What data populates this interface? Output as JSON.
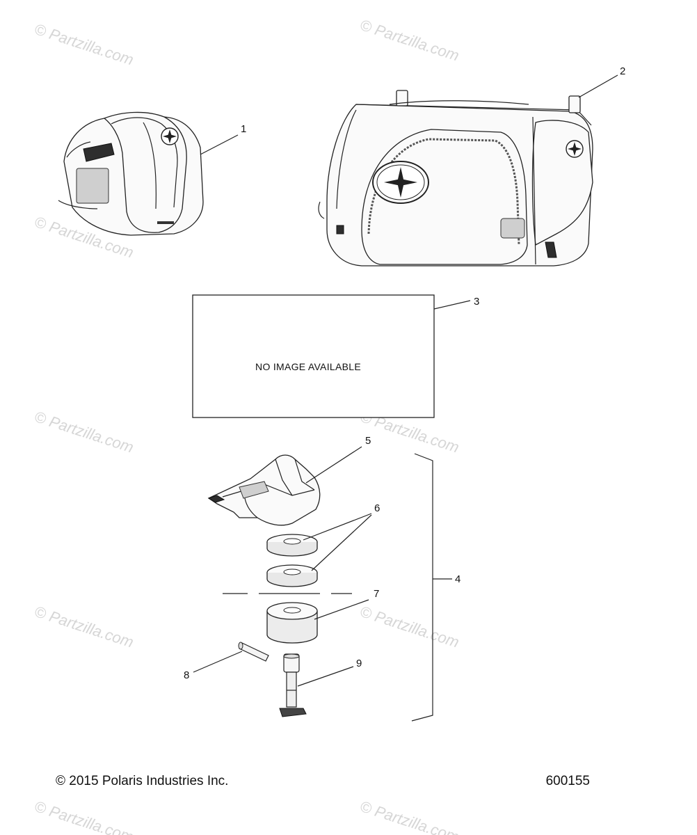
{
  "watermarks": {
    "text": "© Partzilla.com"
  },
  "callouts": {
    "c1": "1",
    "c2": "2",
    "c3": "3",
    "c4": "4",
    "c5": "5",
    "c6": "6",
    "c7": "7",
    "c8": "8",
    "c9": "9"
  },
  "placeholder": {
    "text": "NO IMAGE AVAILABLE"
  },
  "footer": {
    "copyright": "© 2015 Polaris Industries Inc.",
    "drawing_number": "600155"
  }
}
